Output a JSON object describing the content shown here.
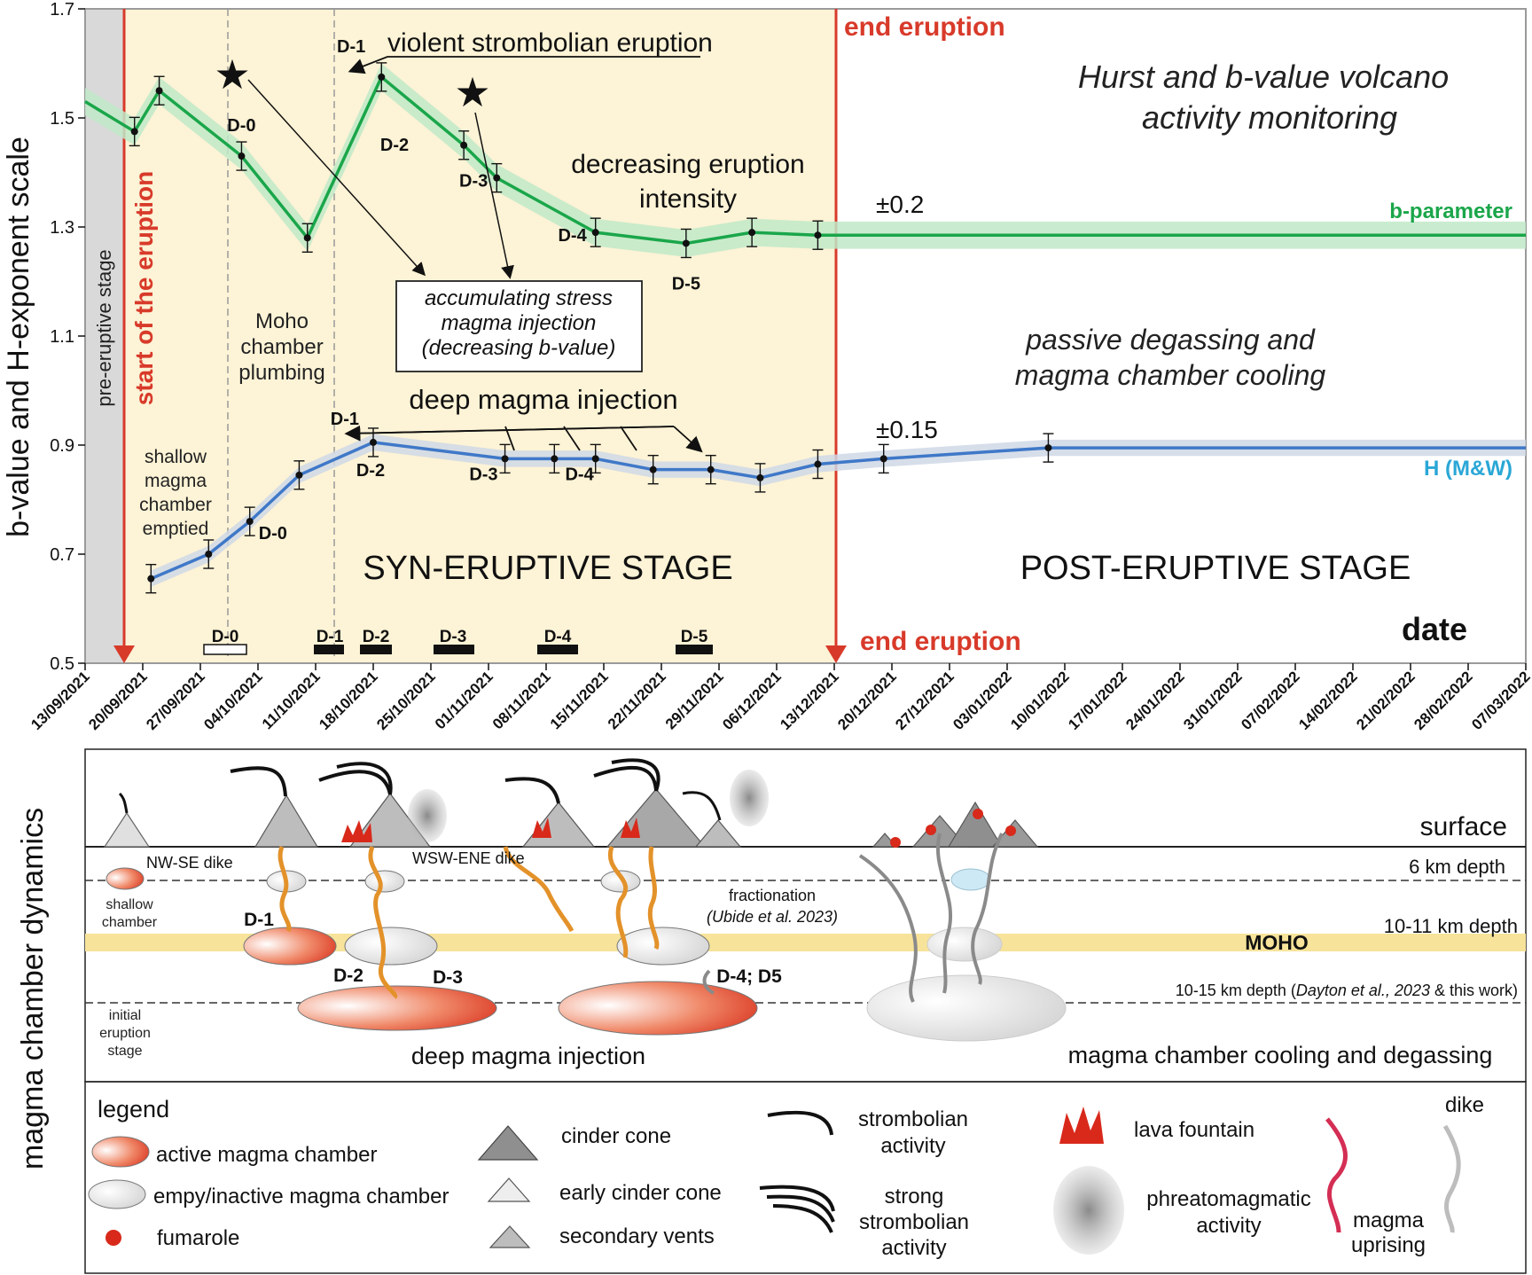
{
  "colors": {
    "b_line": "#1aa64a",
    "b_band": "#bfe9c8",
    "h_line": "#3f78c8",
    "h_band": "#cfd8e6",
    "red": "#d83a2a",
    "syn_bg": "#fdf3d6",
    "pre_bg": "#d9d9d9",
    "moho": "#f7e39a",
    "h_label": "#2aa7d6"
  },
  "chart_data": {
    "type": "line",
    "ylabel": "b-value and H-exponent scale",
    "xlabel": "date",
    "ylim": [
      0.5,
      1.7
    ],
    "yticks": [
      "0.5",
      "0.7",
      "0.9",
      "1.1",
      "1.3",
      "1.5",
      "1.7"
    ],
    "x_ticks": [
      "13/09/2021",
      "20/09/2021",
      "27/09/2021",
      "04/10/2021",
      "11/10/2021",
      "18/10/2021",
      "25/10/2021",
      "01/11/2021",
      "08/11/2021",
      "15/11/2021",
      "22/11/2021",
      "29/11/2021",
      "06/12/2021",
      "13/12/2021",
      "20/12/2021",
      "27/12/2021",
      "03/01/2022",
      "10/01/2022",
      "17/01/2022",
      "24/01/2022",
      "31/01/2022",
      "07/02/2022",
      "14/02/2022",
      "21/02/2022",
      "28/02/2022",
      "07/03/2022"
    ],
    "series": [
      {
        "name": "b-parameter",
        "band": "±0.2",
        "x": [
          "19/09/2021",
          "22/09/2021",
          "02/10/2021",
          "10/10/2021",
          "19/10/2021",
          "29/10/2021",
          "02/11/2021",
          "14/11/2021",
          "25/11/2021",
          "03/12/2021",
          "11/12/2021"
        ],
        "y": [
          1.475,
          1.55,
          1.43,
          1.28,
          1.575,
          1.45,
          1.39,
          1.29,
          1.27,
          1.29,
          1.285
        ],
        "points_labels": [
          "",
          "",
          "D-0",
          "",
          "D-1",
          "D-2",
          "D-3",
          "D-4",
          "D-5",
          "",
          ""
        ]
      },
      {
        "name": "H (M&W)",
        "band": "±0.15",
        "x": [
          "21/09/2021",
          "28/09/2021",
          "03/10/2021",
          "09/10/2021",
          "18/10/2021",
          "03/11/2021",
          "09/11/2021",
          "14/11/2021",
          "21/11/2021",
          "28/11/2021",
          "04/12/2021",
          "11/12/2021",
          "19/12/2021",
          "08/01/2022"
        ],
        "y": [
          0.655,
          0.7,
          0.76,
          0.845,
          0.905,
          0.875,
          0.875,
          0.875,
          0.855,
          0.855,
          0.84,
          0.865,
          0.875,
          0.895
        ],
        "points_labels": [
          "",
          "",
          "D-0",
          "",
          "D-1",
          "D-3",
          "",
          "D-4",
          "",
          "",
          "",
          "",
          "",
          ""
        ]
      }
    ],
    "stages": {
      "pre": "pre-eruptive stage",
      "syn": "SYN-ERUPTIVE STAGE",
      "post": "POST-ERUPTIVE STAGE"
    },
    "eruption_markers": {
      "start": "start of the eruption",
      "end": "end eruption"
    },
    "phase_bars": [
      "D-0",
      "D-1",
      "D-2",
      "D-3",
      "D-4",
      "D-5"
    ],
    "annotations": {
      "title_line1": "Hurst and b-value volcano",
      "title_line2": "activity monitoring",
      "violent": "violent strombolian eruption",
      "decreasing1": "decreasing eruption",
      "decreasing2": "intensity",
      "box1": "accumulating stress",
      "box2": "magma injection",
      "box3": "(decreasing b-value)",
      "moho1": "Moho",
      "moho2": "chamber",
      "moho3": "plumbing",
      "shallow1": "shallow",
      "shallow2": "magma",
      "shallow3": "chamber",
      "shallow4": "emptied",
      "deep": "deep magma injection",
      "passive1": "passive degassing and",
      "passive2": "magma chamber cooling",
      "d2h": "D-2"
    }
  },
  "dynamics": {
    "ylabel": "magma chamber dynamics",
    "surface": "surface",
    "depth6": "6 km depth",
    "depth10": "10-11 km depth",
    "moho": "MOHO",
    "depth15a": "10-15 km depth (",
    "depth15b": "Dayton et al., 2023",
    "depth15c": " & this work)",
    "nwse": "NW-SE dike",
    "wswene": "WSW-ENE dike",
    "shallow1": "shallow",
    "shallow2": "chamber",
    "initial1": "initial",
    "initial2": "eruption",
    "initial3": "stage",
    "frac1": "fractionation",
    "frac2": "(Ubide et al. 2023)",
    "d1": "D-1",
    "d2": "D-2",
    "d3": "D-3",
    "d45": "D-4; D5",
    "deep": "deep magma injection",
    "cooling": "magma chamber cooling and degassing"
  },
  "legend": {
    "title": "legend",
    "active": "active magma chamber",
    "inactive": "empy/inactive magma chamber",
    "fumarole": "fumarole",
    "cinder": "cinder cone",
    "early": "early cinder cone",
    "secondary": "secondary vents",
    "strom1": "strombolian",
    "strom2": "activity",
    "strong1": "strong",
    "strong2": "strombolian",
    "strong3": "activity",
    "lava": "lava fountain",
    "phreato1": "phreatomagmatic",
    "phreato2": "activity",
    "dike": "dike",
    "uprising1": "magma",
    "uprising2": "uprising"
  }
}
